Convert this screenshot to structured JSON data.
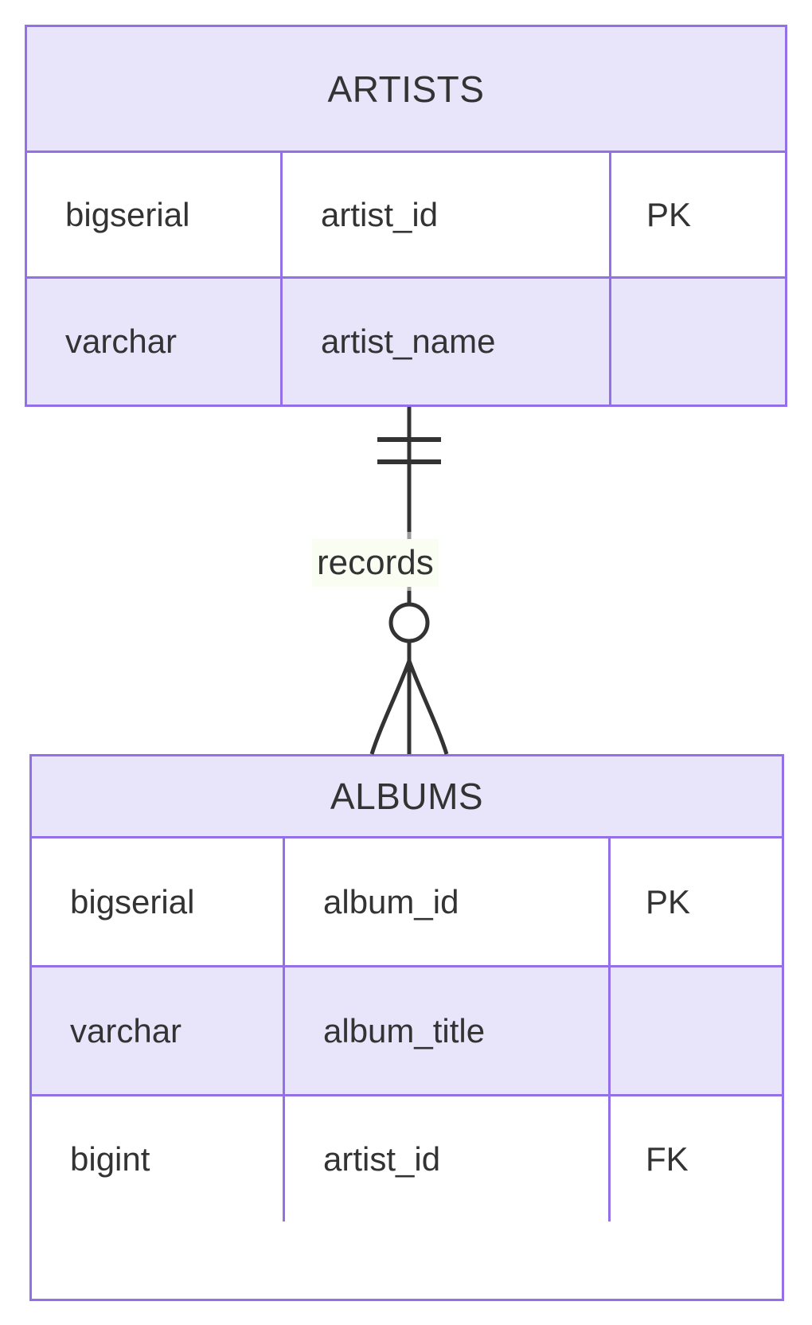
{
  "diagram": {
    "type": "entity-relationship-diagram",
    "notation": "crow's-foot",
    "background_color": "#ffffff",
    "entity_border_color": "#9370e8",
    "entity_header_fill": "#e8e5fb",
    "entity_row_shade_fill": "#e8e5fb",
    "entity_row_plain_fill": "#ffffff",
    "text_color": "#333333",
    "link_color": "#333333",
    "label_background_color": "#fafdf2"
  },
  "entities": [
    {
      "name": "ARTISTS",
      "attributes": [
        {
          "type": "bigserial",
          "field": "artist_id",
          "key": "PK"
        },
        {
          "type": "varchar",
          "field": "artist_name",
          "key": ""
        }
      ]
    },
    {
      "name": "ALBUMS",
      "attributes": [
        {
          "type": "bigserial",
          "field": "album_id",
          "key": "PK"
        },
        {
          "type": "varchar",
          "field": "album_title",
          "key": ""
        },
        {
          "type": "bigint",
          "field": "artist_id",
          "key": "FK"
        }
      ]
    }
  ],
  "relationship": {
    "label": "records",
    "from_entity": "ARTISTS",
    "to_entity": "ALBUMS",
    "from_cardinality": "exactly-one",
    "to_cardinality": "zero-or-many"
  }
}
